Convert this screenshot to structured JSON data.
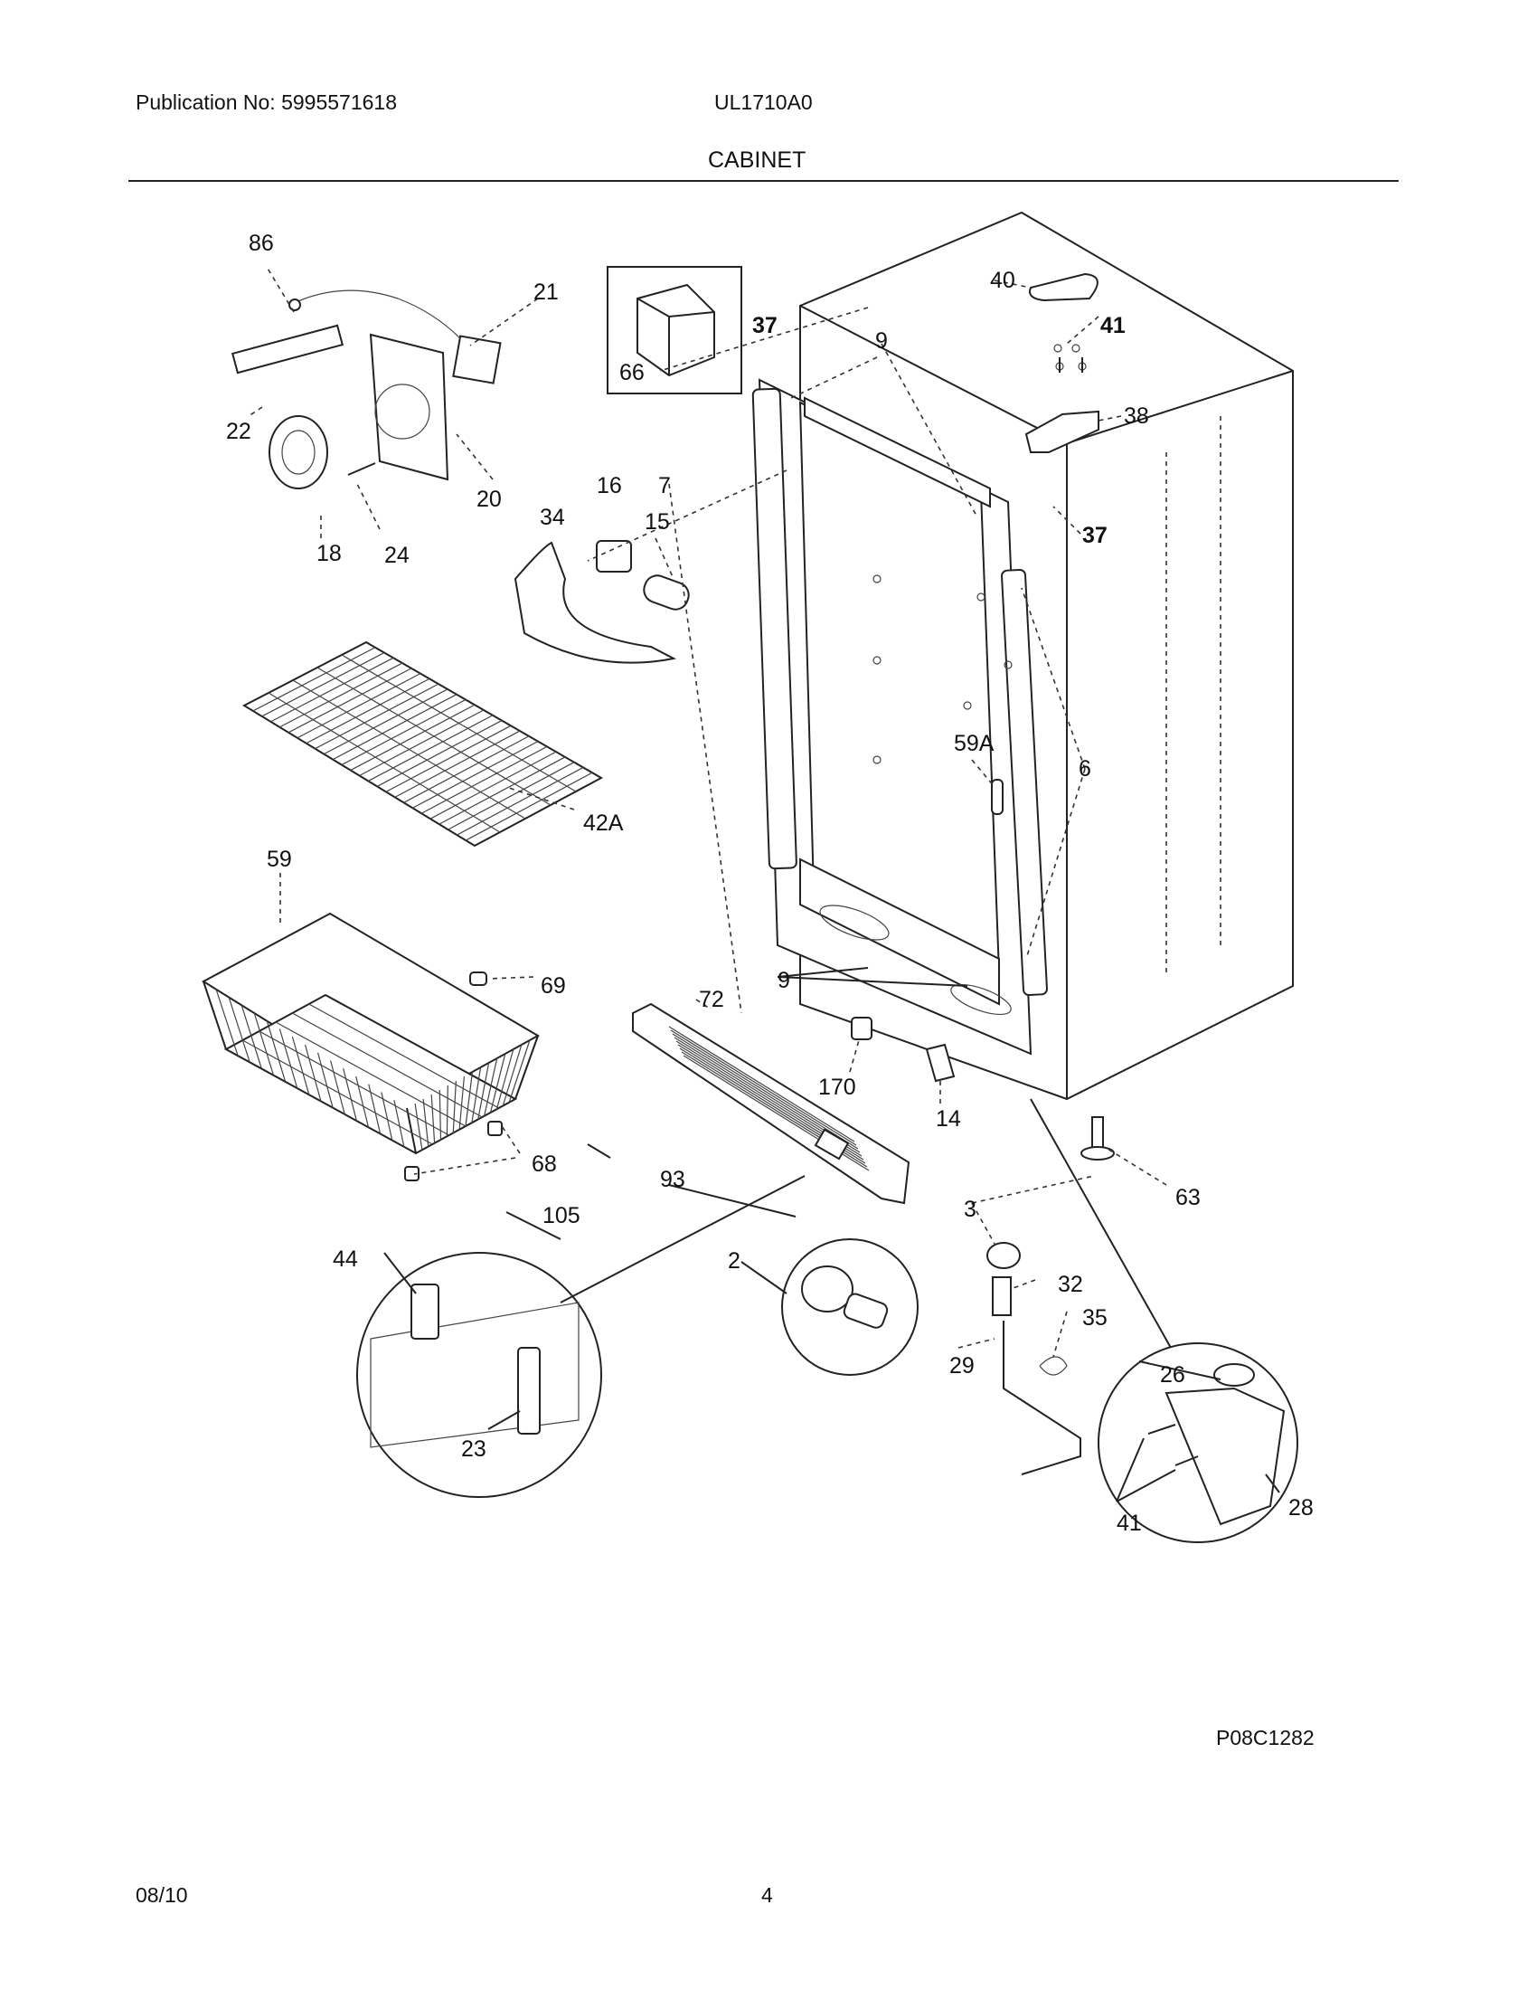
{
  "header": {
    "publication": "Publication No: 5995571618",
    "model": "UL1710A0",
    "section": "CABINET"
  },
  "footer": {
    "date": "08/10",
    "page": "4",
    "drawing_id": "P08C1282"
  },
  "callouts": [
    "86",
    "21",
    "22",
    "20",
    "18",
    "24",
    "66",
    "37",
    "9",
    "40",
    "41",
    "38",
    "16",
    "7",
    "34",
    "15",
    "37",
    "59A",
    "6",
    "42A",
    "59",
    "69",
    "72",
    "9",
    "170",
    "14",
    "68",
    "93",
    "105",
    "63",
    "3",
    "44",
    "2",
    "32",
    "35",
    "29",
    "26",
    "23",
    "41",
    "28"
  ]
}
